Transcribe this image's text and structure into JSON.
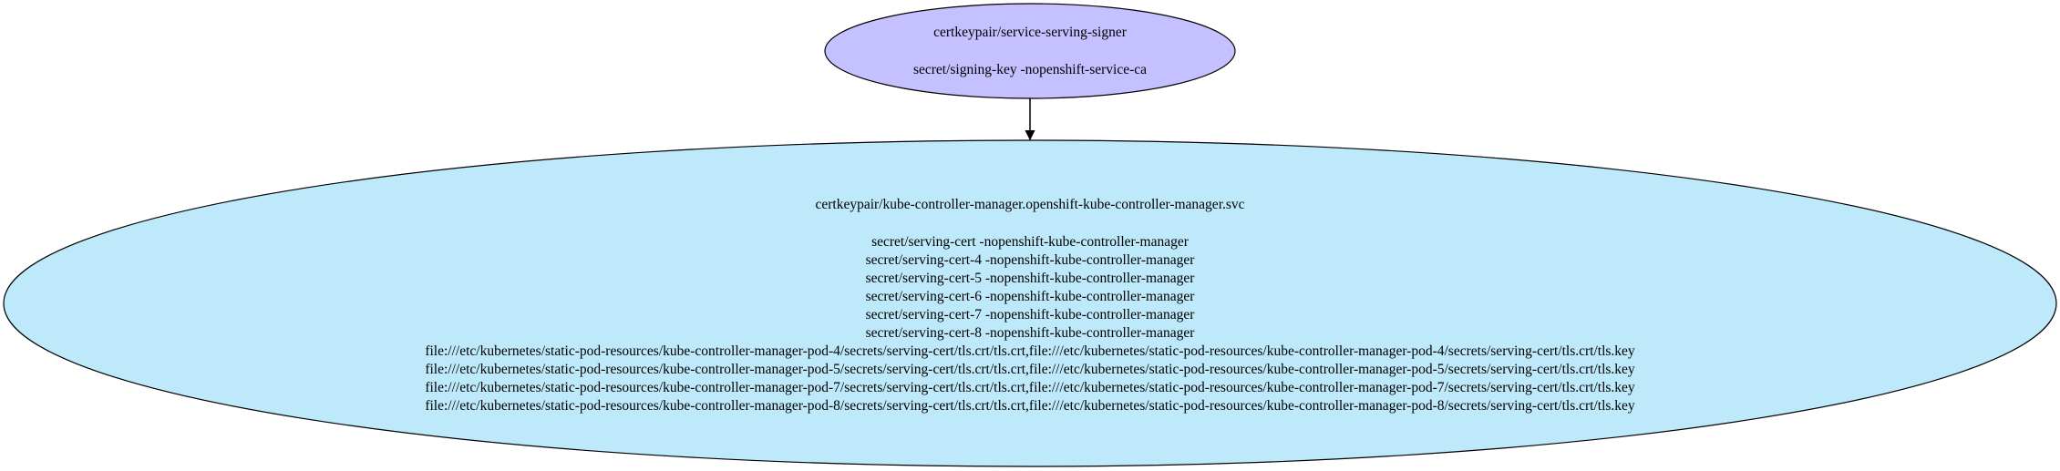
{
  "nodes": [
    {
      "id": "signer",
      "fill": "#c5c0ff",
      "title": "certkeypair/service-serving-signer",
      "lines": [
        "secret/signing-key -nopenshift-service-ca"
      ]
    },
    {
      "id": "kcm",
      "fill": "#bde9fb",
      "title": "certkeypair/kube-controller-manager.openshift-kube-controller-manager.svc",
      "lines": [
        "secret/serving-cert -nopenshift-kube-controller-manager",
        "secret/serving-cert-4 -nopenshift-kube-controller-manager",
        "secret/serving-cert-5 -nopenshift-kube-controller-manager",
        "secret/serving-cert-6 -nopenshift-kube-controller-manager",
        "secret/serving-cert-7 -nopenshift-kube-controller-manager",
        "secret/serving-cert-8 -nopenshift-kube-controller-manager",
        "file:///etc/kubernetes/static-pod-resources/kube-controller-manager-pod-4/secrets/serving-cert/tls.crt/tls.crt,file:///etc/kubernetes/static-pod-resources/kube-controller-manager-pod-4/secrets/serving-cert/tls.crt/tls.key",
        "file:///etc/kubernetes/static-pod-resources/kube-controller-manager-pod-5/secrets/serving-cert/tls.crt/tls.crt,file:///etc/kubernetes/static-pod-resources/kube-controller-manager-pod-5/secrets/serving-cert/tls.crt/tls.key",
        "file:///etc/kubernetes/static-pod-resources/kube-controller-manager-pod-7/secrets/serving-cert/tls.crt/tls.crt,file:///etc/kubernetes/static-pod-resources/kube-controller-manager-pod-7/secrets/serving-cert/tls.crt/tls.key",
        "file:///etc/kubernetes/static-pod-resources/kube-controller-manager-pod-8/secrets/serving-cert/tls.crt/tls.crt,file:///etc/kubernetes/static-pod-resources/kube-controller-manager-pod-8/secrets/serving-cert/tls.crt/tls.key"
      ]
    }
  ],
  "edges": [
    {
      "from": "signer",
      "to": "kcm"
    }
  ]
}
